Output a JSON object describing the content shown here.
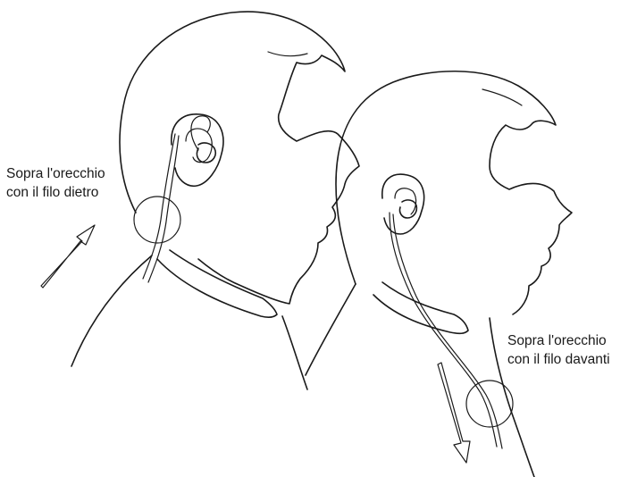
{
  "labels": {
    "behind": {
      "line1": "Sopra l'orecchio",
      "line2": "con il filo dietro"
    },
    "front": {
      "line1": "Sopra l'orecchio",
      "line2": "con il filo davanti"
    }
  },
  "colors": {
    "ink": "#1a1a1a",
    "background": "#ffffff"
  }
}
